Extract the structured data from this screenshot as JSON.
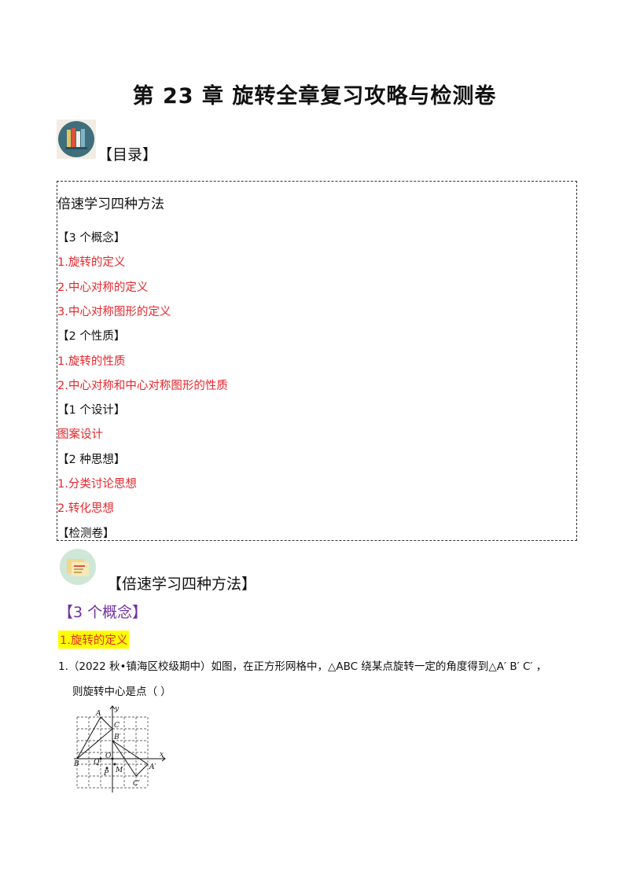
{
  "document": {
    "title": "第 23 章  旋转全章复习攻略与检测卷",
    "toc_heading": "【目录】",
    "toc_box": {
      "header": "倍速学习四种方法",
      "items": [
        {
          "text": "【3 个概念】",
          "style": "black"
        },
        {
          "text": "1.旋转的定义",
          "style": "red"
        },
        {
          "text": "2.中心对称的定义",
          "style": "red"
        },
        {
          "text": "3.中心对称图形的定义",
          "style": "red"
        },
        {
          "text": "【2 个性质】",
          "style": "black"
        },
        {
          "text": "1.旋转的性质",
          "style": "red"
        },
        {
          "text": "2.中心对称和中心对称图形的性质",
          "style": "red"
        },
        {
          "text": "【1 个设计】",
          "style": "black"
        },
        {
          "text": "图案设计",
          "style": "red"
        },
        {
          "text": "【2 种思想】",
          "style": "black"
        },
        {
          "text": "1.分类讨论思想",
          "style": "red"
        },
        {
          "text": "2.转化思想",
          "style": "red"
        },
        {
          "text": "【检测卷】",
          "style": "black"
        }
      ]
    },
    "section_title": "【倍速学习四种方法】",
    "subsection": "【3 个概念】",
    "highlight": "1.旋转的定义",
    "question": {
      "line1": "1.（2022 秋•镇海区校级期中）如图，在正方形网格中，△ABC 绕某点旋转一定的角度得到△A′ B′ C′ ，",
      "line2": "则旋转中心是点（        ）"
    },
    "figure_labels": {
      "A": "A",
      "C": "C",
      "B1": "B′",
      "B": "B",
      "Q": "Q",
      "O": "O",
      "P": "P",
      "M": "M",
      "A1": "A′",
      "C1": "C′",
      "x": "x",
      "y": "y"
    }
  },
  "colors": {
    "red": "#e8262c",
    "purple": "#7030a0",
    "highlight": "#ffff00"
  }
}
